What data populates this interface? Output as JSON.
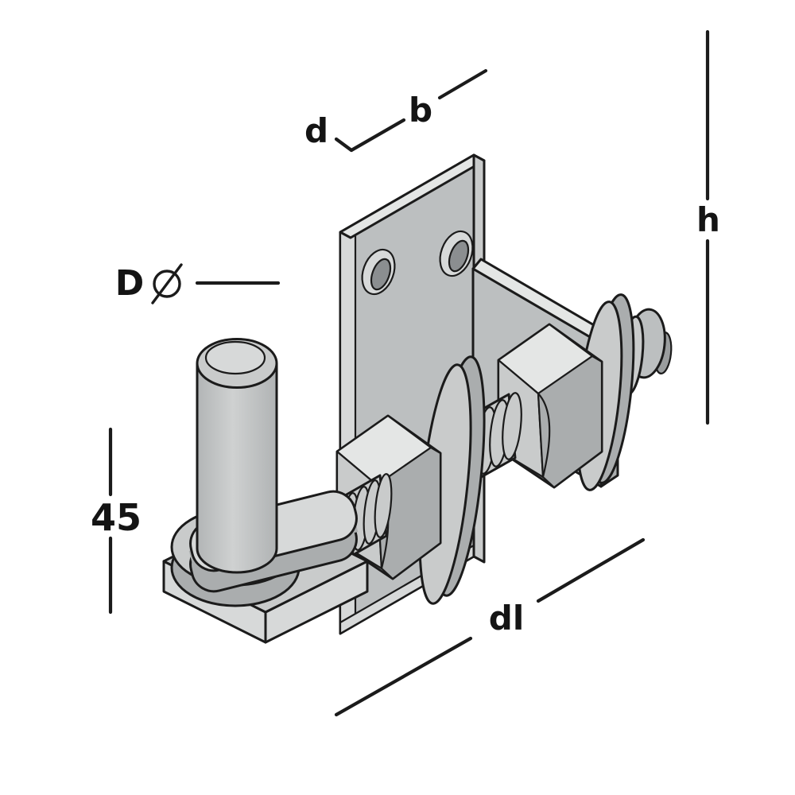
{
  "page": {
    "background": "#ffffff"
  },
  "diagram": {
    "kind": "isometric-technical-illustration",
    "dimension_labels": {
      "d": "d",
      "b": "b",
      "h": "h",
      "D": "D",
      "diameter_symbol": "⌀",
      "v45": "45",
      "dl": "dl"
    },
    "colors": {
      "outline": "#1b1b1b",
      "metal_lightest": "#e4e6e5",
      "metal_light": "#d7d9d9",
      "metal_mid_light": "#c9cbcb",
      "metal_mid": "#bcbfc0",
      "metal_mid_dark": "#aaadae",
      "metal_dark": "#9a9d9e",
      "hole_dark": "#8b8e90",
      "label_color": "#141414"
    },
    "parts": [
      "mounting-plate",
      "plate-hole-upper",
      "plate-hole-lower",
      "bracket-flag",
      "threaded-bolt",
      "hex-nut-front",
      "hex-nut-rear",
      "washer-front",
      "washer-rear",
      "bolt-end-cap",
      "eye-end",
      "pin-boss",
      "hinge-pin",
      "base-plate"
    ]
  }
}
